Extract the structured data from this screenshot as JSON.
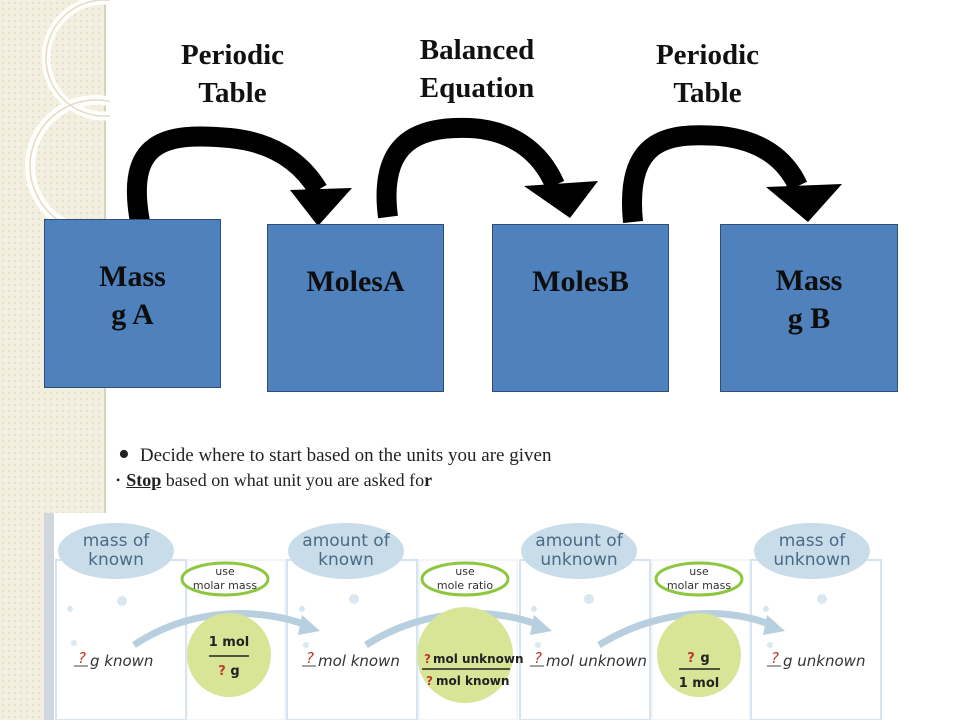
{
  "labels": {
    "periodic_table_1": [
      "Periodic",
      "Table"
    ],
    "balanced_equation": [
      "Balanced",
      "Equation"
    ],
    "periodic_table_2": [
      "Periodic",
      "Table"
    ]
  },
  "boxes": {
    "mass_a": [
      "Mass",
      "g A"
    ],
    "moles_a": "MolesA",
    "moles_b": "MolesB",
    "mass_b": [
      "Mass",
      "g B"
    ]
  },
  "bullets": {
    "b1": "Decide where to start based on the units you are given",
    "b2_stop": "Stop",
    "b2_middle": " based on what unit you are asked fo",
    "b2_end": "r"
  },
  "bottom": {
    "headers": [
      [
        "mass of",
        "known"
      ],
      [
        "amount of",
        "known"
      ],
      [
        "amount of",
        "unknown"
      ],
      [
        "mass of",
        "unknown"
      ]
    ],
    "uses": [
      [
        "use",
        "molar mass"
      ],
      [
        "use",
        "mole ratio"
      ],
      [
        "use",
        "molar mass"
      ]
    ],
    "values": [
      "g known",
      "mol known",
      "mol unknown",
      "g unknown"
    ],
    "qmark": "?",
    "factor1": {
      "top": "1 mol",
      "bottom": "g"
    },
    "factor2": {
      "top": "mol unknown",
      "bottom": "mol known"
    },
    "factor3": {
      "top": "g",
      "bottom": "1 mol"
    }
  },
  "colors": {
    "box_fill": "#4f81bd",
    "bubble": "#c9dcea",
    "factor_circle": "#d8e597",
    "use_oval_border": "#8dc63f"
  }
}
